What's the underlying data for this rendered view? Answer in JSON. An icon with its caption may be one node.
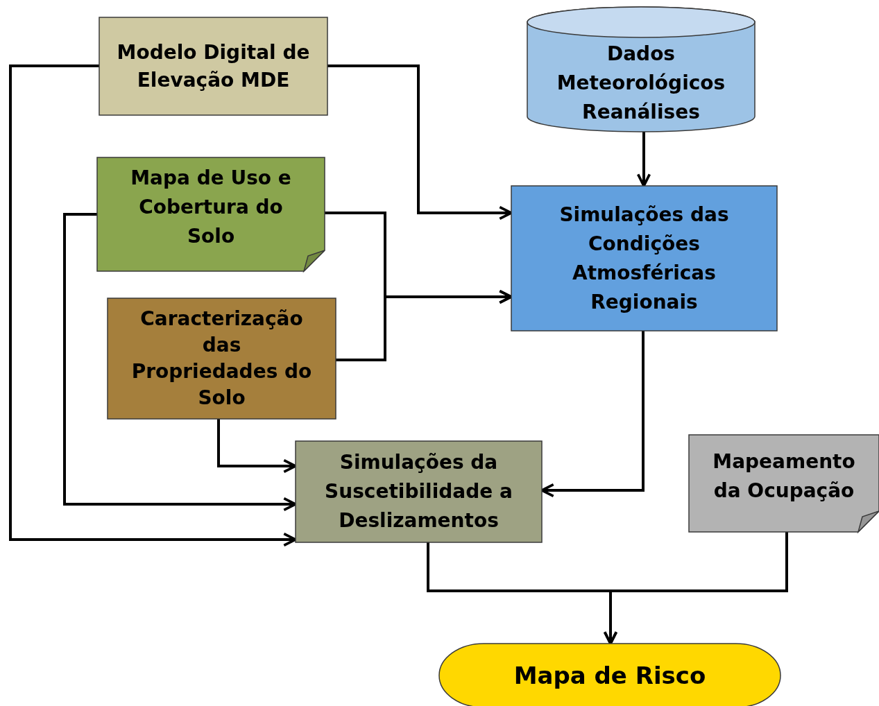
{
  "diagram": {
    "nodes": [
      {
        "text": [
          "Modelo Digital de Elevação MDE"
        ]
      },
      {
        "text": [
          "Dados Meteorológicos Reanálises"
        ]
      },
      {
        "text": [
          "Mapa de Uso e Cobertura do Solo"
        ]
      },
      {
        "text": [
          "Simulações das Condições Atmosféricas Regionais"
        ]
      },
      {
        "text": [
          "Caracterização das Propriedades do Solo"
        ]
      },
      {
        "text": [
          "Simulações da Suscetibilidade a Deslizamentos"
        ]
      },
      {
        "text": [
          "Mapeamento da Ocupação"
        ]
      },
      {
        "text": [
          "Mapa de Risco"
        ]
      }
    ],
    "edges": [
      {
        "from": 0,
        "to": 3,
        "arrow": "to"
      },
      {
        "from": 0,
        "to": 5,
        "arrow": "to"
      },
      {
        "from": 1,
        "to": 3,
        "arrow": "to"
      },
      {
        "from": 2,
        "to": 3,
        "arrow": "to"
      },
      {
        "from": 4,
        "to": 3,
        "arrow": "to"
      },
      {
        "from": 2,
        "to": 5,
        "arrow": "to"
      },
      {
        "from": 4,
        "to": 5,
        "arrow": "to"
      },
      {
        "from": 3,
        "to": 5,
        "arrow": "to"
      },
      {
        "from": 5,
        "to": 7,
        "arrow": "to"
      },
      {
        "from": 6,
        "to": 7,
        "arrow": "to"
      }
    ]
  }
}
